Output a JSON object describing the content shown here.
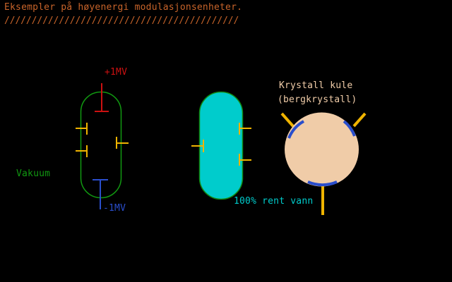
{
  "title": "Eksempler på høyenergi modulasjonsenheter.",
  "underline": "///////////////////////////////////////////",
  "vacuum_tube": {
    "label": "Vakuum",
    "top_voltage": "+1MV",
    "bottom_voltage": "-1MV"
  },
  "water_tube": {
    "label": "100% rent vann"
  },
  "crystal": {
    "label_line1": "Krystall kule",
    "label_line2": "(bergkrystall)"
  },
  "colors": {
    "title": "#c8642a",
    "vacuum_outline": "#119911",
    "positive": "#cc1111",
    "negative": "#2a4ecc",
    "electrode": "#f0b400",
    "water": "#00cccc",
    "crystal": "#f0cca8"
  }
}
